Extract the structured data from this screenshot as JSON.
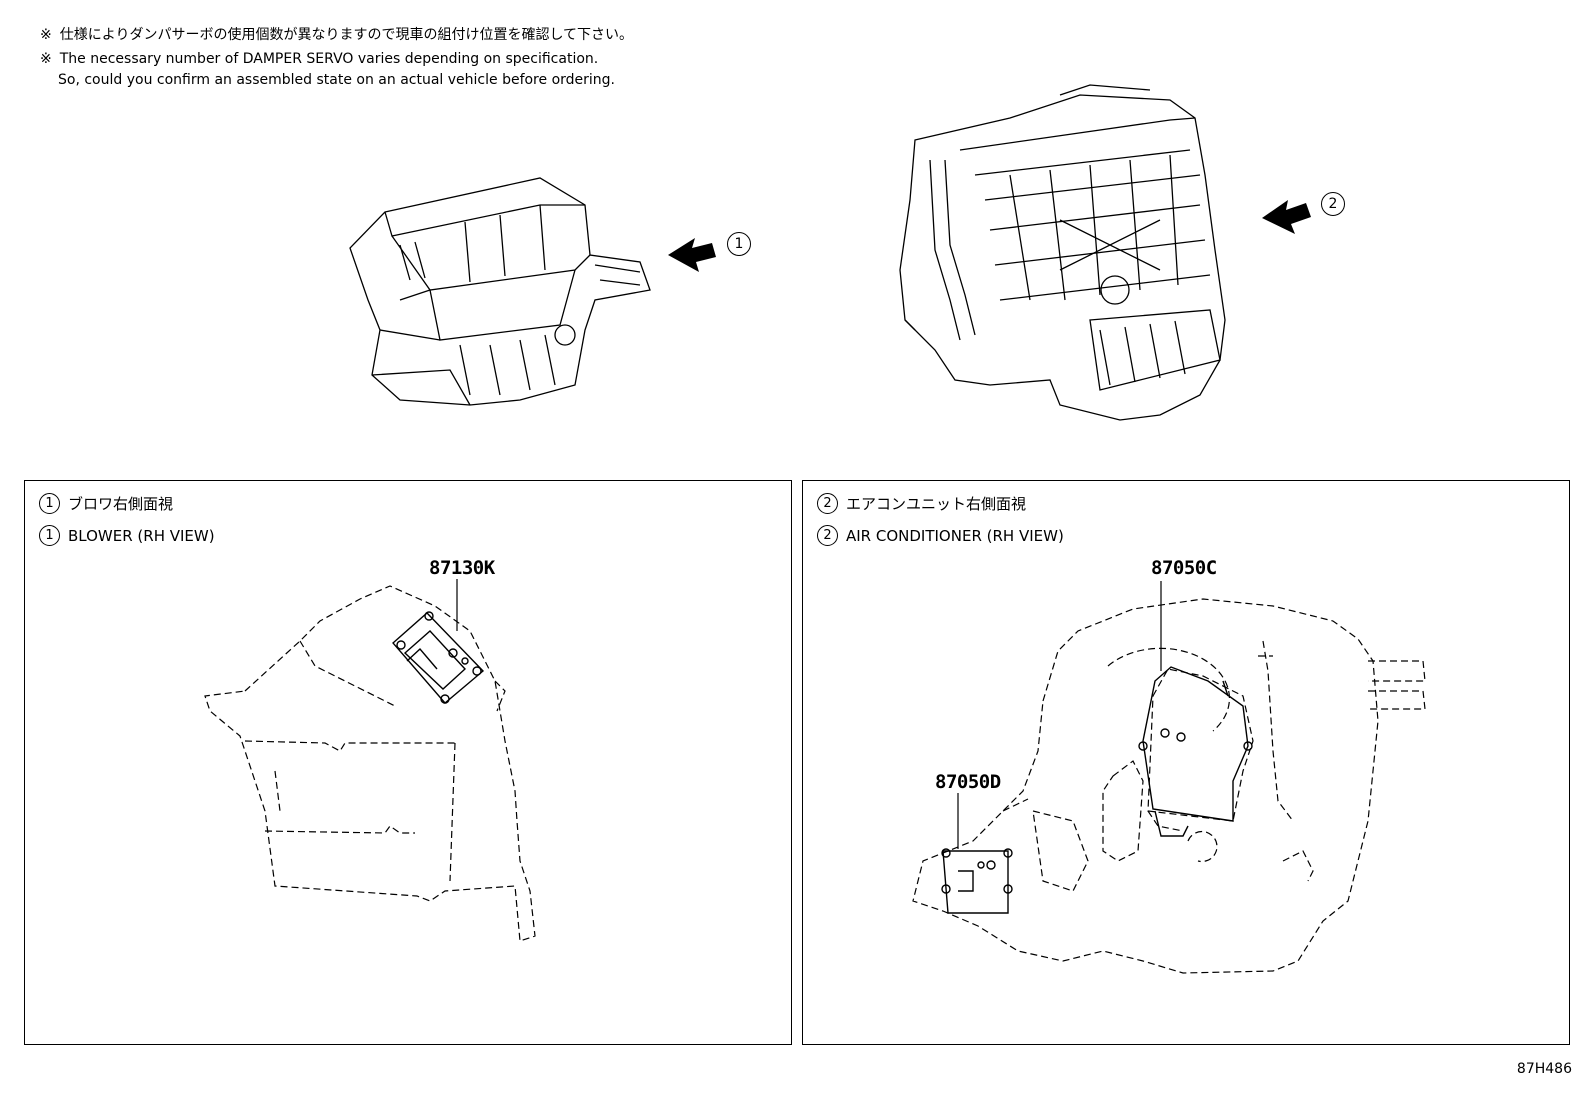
{
  "notes": {
    "mark": "※",
    "japanese": "仕様によりダンパサーボの使用個数が異なりますので現車の組付け位置を確認して下さい。",
    "english_line1": "The necessary number of DAMPER SERVO varies depending on specification.",
    "english_line2": "So, could you confirm an assembled state on an actual vehicle before ordering."
  },
  "callouts": [
    "1",
    "2"
  ],
  "panels": [
    {
      "number": "1",
      "title_jp": "ブロワ右側面視",
      "title_en": "BLOWER (RH VIEW)",
      "part_numbers": [
        "87130K"
      ]
    },
    {
      "number": "2",
      "title_jp": "エアコンユニット右側面視",
      "title_en": "AIR CONDITIONER (RH VIEW)",
      "part_numbers": [
        "87050C",
        "87050D"
      ]
    }
  ],
  "diagram_code": "87H486"
}
